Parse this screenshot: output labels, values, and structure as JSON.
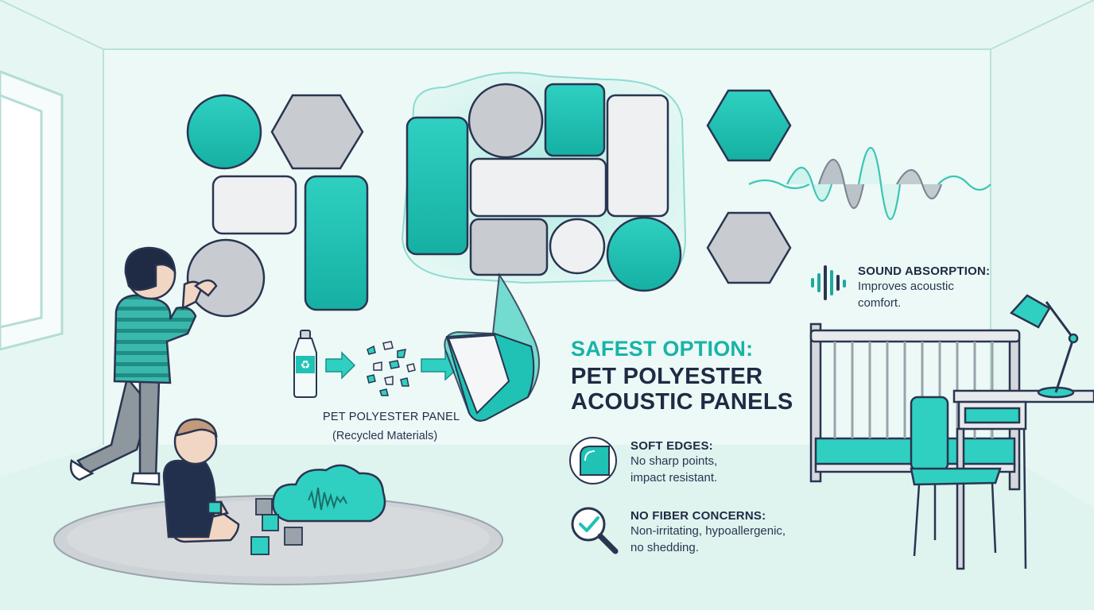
{
  "headline": {
    "accent": "SAFEST OPTION:",
    "line1": "PET POLYESTER",
    "line2": "ACOUSTIC PANELS"
  },
  "panel_process": {
    "caption": "PET POLYESTER PANEL",
    "subcaption": "(Recycled Materials)"
  },
  "features": [
    {
      "title": "SOUND ABSORPTION:",
      "desc": [
        "Improves acoustic",
        "comfort."
      ],
      "icon": "sound-wave-icon"
    },
    {
      "title": "SOFT EDGES:",
      "desc": [
        "No sharp points,",
        "impact resistant."
      ],
      "icon": "rounded-corner-icon"
    },
    {
      "title": "NO FIBER CONCERNS:",
      "desc": [
        "Non-irritating, hypoallergenic,",
        "no shedding."
      ],
      "icon": "magnifier-check-icon"
    }
  ],
  "colors": {
    "teal": "#1fc2b4",
    "dark_teal": "#0e8f86",
    "navy": "#1f2a44",
    "gray_panel": "#c8ccd1",
    "white_panel": "#eef0f2",
    "wall": "#e3f5f1",
    "floor": "#d4efe9"
  }
}
